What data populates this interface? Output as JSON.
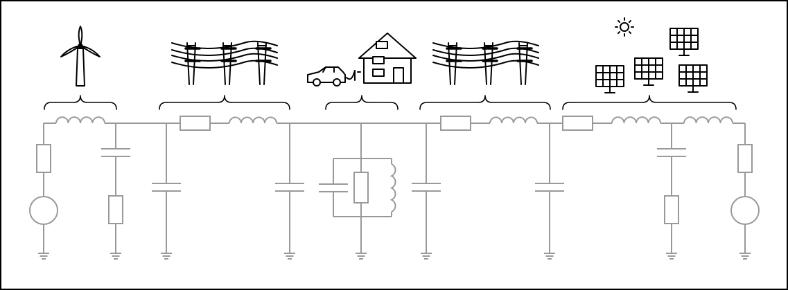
{
  "diagram": {
    "accent_colors": {
      "wire": "#999999",
      "icon": "#000000",
      "frame": "#000000",
      "background": "#ffffff"
    },
    "sections": [
      {
        "icon": "wind-turbine-icon"
      },
      {
        "icon": "transmission-towers-icon"
      },
      {
        "icon": "house-with-electric-car-icon"
      },
      {
        "icon": "transmission-towers-icon"
      },
      {
        "icon": "solar-panels-with-sun-icon"
      }
    ],
    "circuit_elements": [
      "voltage-source",
      "resistor",
      "inductor",
      "capacitor",
      "ground"
    ]
  }
}
